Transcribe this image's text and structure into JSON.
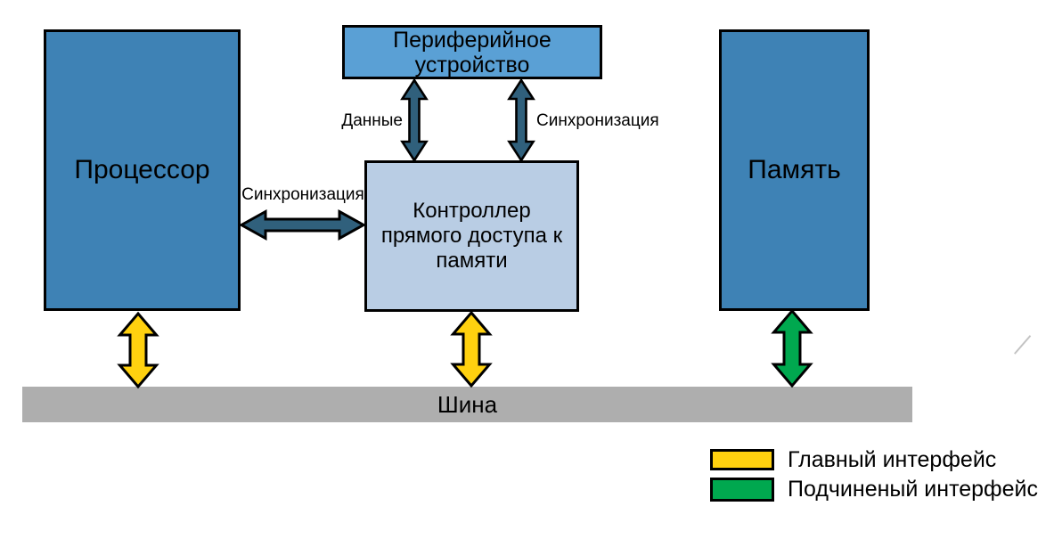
{
  "colors": {
    "box_blue": "#3E82B5",
    "box_blue_light": "#5AA0D5",
    "box_dma": "#B9CDE4",
    "bus_gray": "#AEAEAE",
    "sync_arrow": "#30607C",
    "master_interface": "#FFD10F",
    "slave_interface": "#00A84F",
    "outline": "#000000"
  },
  "nodes": {
    "processor": {
      "label": "Процессор"
    },
    "peripheral": {
      "label": "Периферийное устройство"
    },
    "dma": {
      "label": "Контроллер прямого доступа к памяти"
    },
    "memory": {
      "label": "Память"
    },
    "bus": {
      "label": "Шина"
    }
  },
  "edges": {
    "data_label": "Данные",
    "sync_label_top": "Синхронизация",
    "sync_label_left": "Синхронизация"
  },
  "legend": {
    "master_label": "Главный интерфейс",
    "slave_label": "Подчиненый интерфейс"
  }
}
